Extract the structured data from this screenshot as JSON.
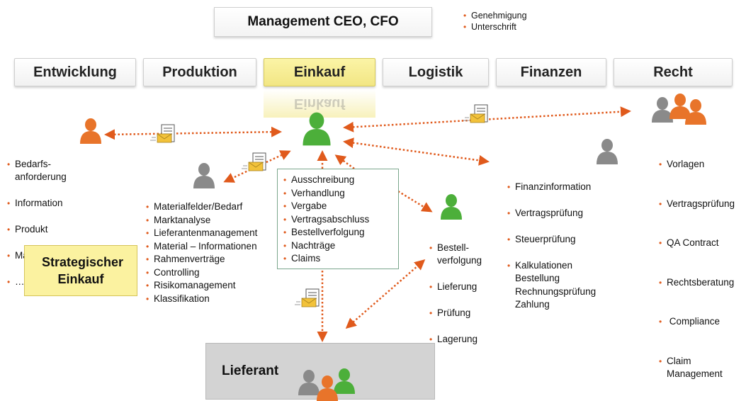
{
  "management": {
    "title": "Management CEO, CFO",
    "notes": [
      "Genehmigung",
      "Unterschrift"
    ]
  },
  "departments": [
    "Entwicklung",
    "Produktion",
    "Einkauf",
    "Logistik",
    "Finanzen",
    "Recht"
  ],
  "reflection": "Einkauf",
  "left_list": [
    "Bedarfs-\nanforderung",
    "Information",
    "Produkt",
    "Materialfeld",
    "…"
  ],
  "strategic_list": [
    "Materialfelder/Bedarf",
    "Marktanalyse",
    "Lieferantenmanagement",
    "Material – Informationen",
    "Rahmenverträge",
    "Controlling",
    "Risikomanagement",
    "Klassifikation"
  ],
  "strategic_box": "Strategischer Einkauf",
  "center_list": [
    "Ausschreibung",
    "Verhandlung",
    "Vergabe",
    "Vertragsabschluss",
    "Bestellverfolgung",
    "Nachträge",
    "Claims"
  ],
  "logistics_list": [
    "Bestell-\nverfolgung",
    "Lieferung",
    "Prüfung",
    "Lagerung"
  ],
  "finance_list": [
    "Finanzinformation",
    "Vertragsprüfung",
    "Steuerprüfung",
    "Kalkulationen\nBestellung\nRechnungsprüfung\nZahlung"
  ],
  "legal_list": [
    "Vorlagen",
    "Vertragsprüfung",
    "QA Contract",
    "Rechtsberatung",
    " Compliance",
    "Claim\nManagement"
  ],
  "supplier": "Lieferant",
  "colors": {
    "arrow": "#e05a1c",
    "highlight": "#f2e684",
    "person_green": "#4caf3a",
    "person_orange": "#e8742a",
    "person_gray": "#8a8a8a"
  }
}
